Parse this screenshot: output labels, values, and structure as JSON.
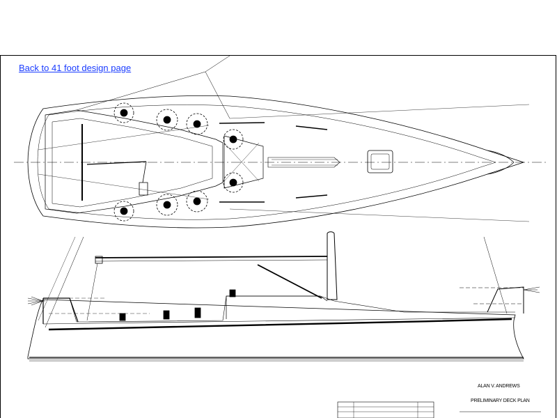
{
  "link": {
    "back_label": "Back to 41 foot design page"
  },
  "title_block": {
    "designer": "ALAN V. ANDREWS",
    "drawing_title": "PRELIMINARY DECK PLAN"
  },
  "colors": {
    "link": "#1a3cff",
    "line": "#000000",
    "background": "#ffffff"
  }
}
